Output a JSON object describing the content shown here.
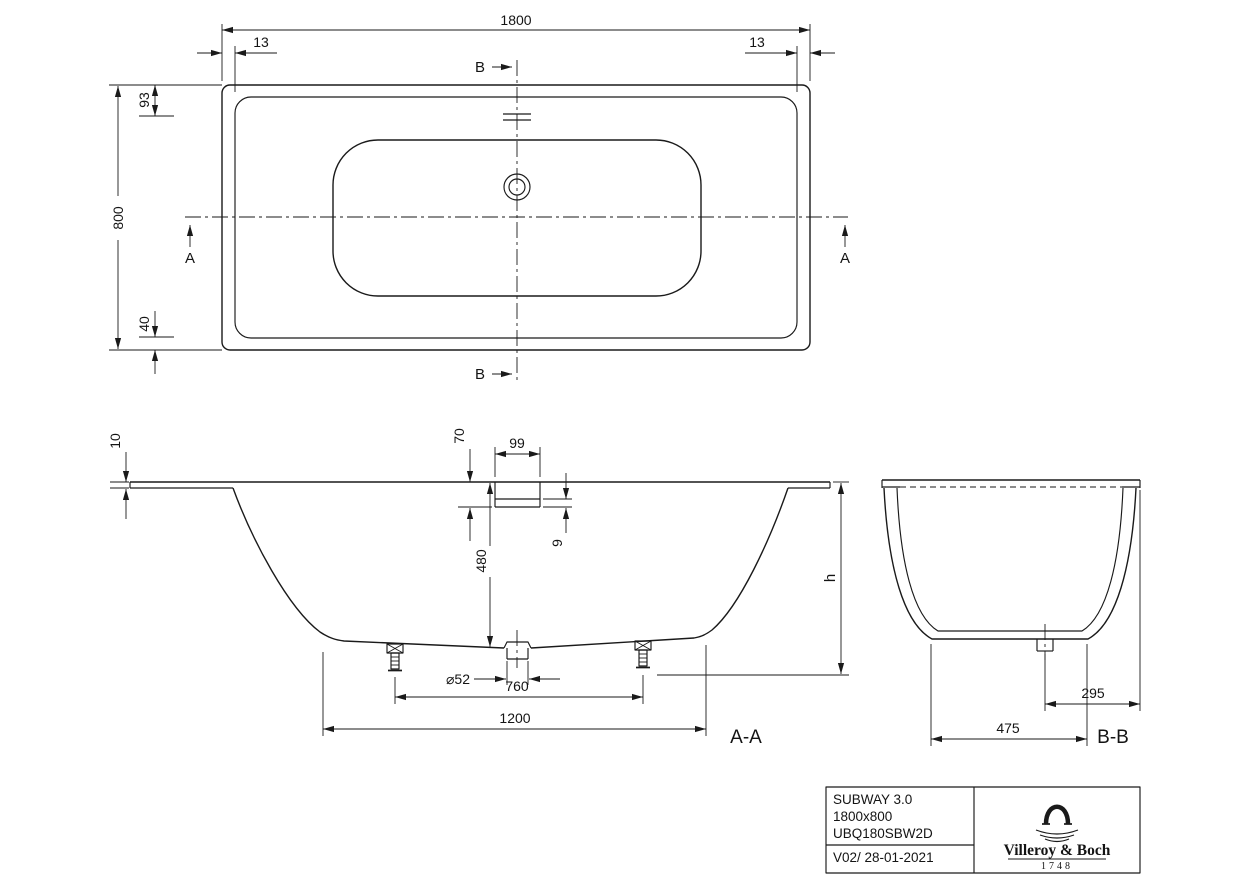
{
  "drawing": {
    "top_view": {
      "length": "1800",
      "rim_left": "13",
      "rim_right": "13",
      "width": "800",
      "top_inset": "93",
      "bottom_inset": "40",
      "section_a": "A",
      "section_b": "B"
    },
    "section_aa": {
      "rim_thickness": "10",
      "overflow_drop": "70",
      "overflow_width": "99",
      "depth": "480",
      "lip": "9",
      "drain_diameter": "⌀52",
      "feet_spacing": "760",
      "floor_length": "1200",
      "height_ref": "h",
      "label": "A-A"
    },
    "section_bb": {
      "drain_offset": "295",
      "floor_width": "475",
      "label": "B-B"
    }
  },
  "title_block": {
    "product": "SUBWAY 3.0",
    "size": "1800x800",
    "article": "UBQ180SBW2D",
    "revision": "V02/ 28-01-2021",
    "brand": "Villeroy & Boch",
    "year": "1748"
  }
}
